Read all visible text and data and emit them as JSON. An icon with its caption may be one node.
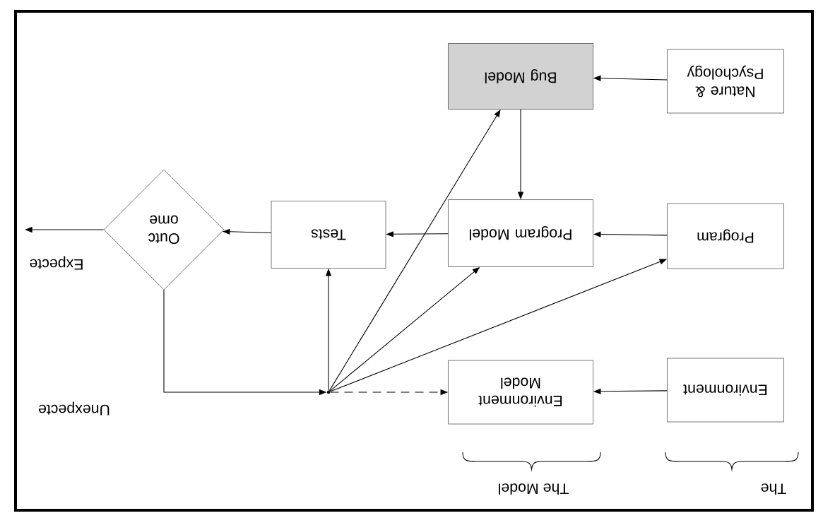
{
  "diagram": {
    "nodes": [
      {
        "text": [
          "Bug Model"
        ]
      },
      {
        "text": [
          "Nature & Psychology"
        ]
      },
      {
        "text": [
          "Outc ome"
        ]
      },
      {
        "text": [
          "Tests"
        ]
      },
      {
        "text": [
          "Program Model"
        ]
      },
      {
        "text": [
          "Program"
        ]
      },
      {
        "text": [
          "Environment Model"
        ]
      },
      {
        "text": [
          "Environment"
        ]
      },
      {
        "text": [],
        "shape": "dot"
      }
    ],
    "edges": [
      {
        "from": 1,
        "to": 0,
        "arrow": "to"
      },
      {
        "from": 0,
        "to": 4,
        "arrow": "to"
      },
      {
        "from": 5,
        "to": 4,
        "arrow": "to"
      },
      {
        "from": 4,
        "to": 3,
        "arrow": "to"
      },
      {
        "from": 3,
        "to": 2,
        "arrow": "to"
      },
      {
        "from": 2,
        "to": null,
        "arrow": "to",
        "label": "Expecte"
      },
      {
        "from": 2,
        "to": 8,
        "arrow": "to",
        "label": "Unexpecte"
      },
      {
        "from": 7,
        "to": 6,
        "arrow": "to"
      },
      {
        "from": 8,
        "to": 6,
        "arrow": "to",
        "style": "dashed"
      },
      {
        "from": 8,
        "to": 3,
        "arrow": "to"
      },
      {
        "from": 8,
        "to": 4,
        "arrow": "to"
      },
      {
        "from": 8,
        "to": 5,
        "arrow": "to"
      },
      {
        "from": 8,
        "to": 0,
        "arrow": "to"
      }
    ],
    "labels": [
      "The Model",
      "The"
    ]
  }
}
